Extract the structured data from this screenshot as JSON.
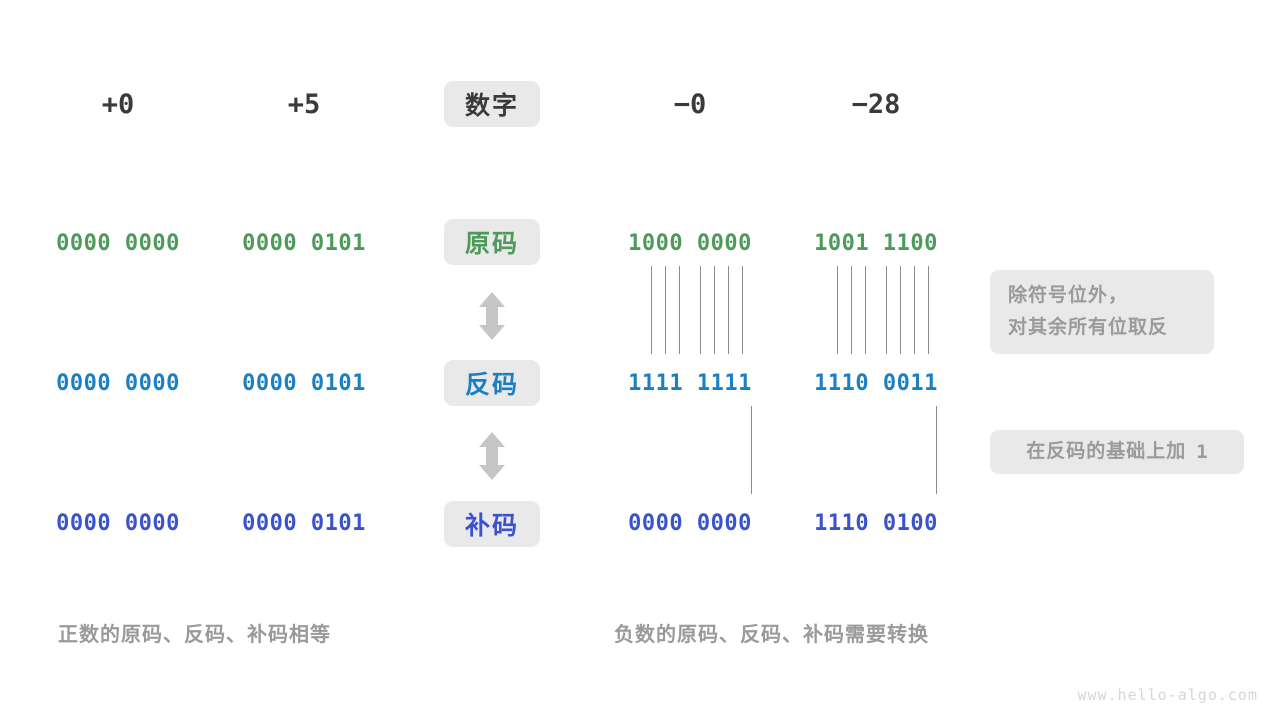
{
  "colors": {
    "green": "#4e9a5b",
    "blue": "#1c7fc4",
    "indigo": "#3a52cc",
    "dark": "#3a3a3a",
    "muted": "#9a9a9a",
    "pill_bg": "#e9e9e9",
    "line": "#8d8d8d",
    "background": "#ffffff",
    "watermark": "#d6d6d6"
  },
  "row_labels": {
    "header": "数字",
    "sign_magnitude": "原码",
    "ones_complement": "反码",
    "twos_complement": "补码"
  },
  "columns": {
    "positive": [
      "+0",
      "+5"
    ],
    "negative": [
      "−0",
      "−28"
    ]
  },
  "table": {
    "headers": [
      "+0",
      "+5",
      "数字",
      "−0",
      "−28"
    ],
    "rows": [
      {
        "label": "原码",
        "label_color": "#4e9a5b",
        "value_color": "#4e9a5b",
        "values": [
          "0000 0000",
          "0000 0101",
          "1000 0000",
          "1001 1100"
        ]
      },
      {
        "label": "反码",
        "label_color": "#1c7fc4",
        "value_color": "#1c7fc4",
        "values": [
          "0000 0000",
          "0000 0101",
          "1111 1111",
          "1110 0011"
        ]
      },
      {
        "label": "补码",
        "label_color": "#3a52cc",
        "value_color": "#3a52cc",
        "values": [
          "0000 0000",
          "0000 0101",
          "0000 0000",
          "1110 0100"
        ]
      }
    ]
  },
  "notes": {
    "invert": {
      "line1": "除符号位外，",
      "line2": "对其余所有位取反"
    },
    "plus_one": {
      "text": "在反码的基础上加",
      "operand": "1"
    }
  },
  "captions": {
    "left": "正数的原码、反码、补码相等",
    "right": "负数的原码、反码、补码需要转换"
  },
  "watermark": "www.hello-algo.com",
  "arrows": {
    "icon": "double-vertical-arrow",
    "color": "#c6c6c6"
  }
}
